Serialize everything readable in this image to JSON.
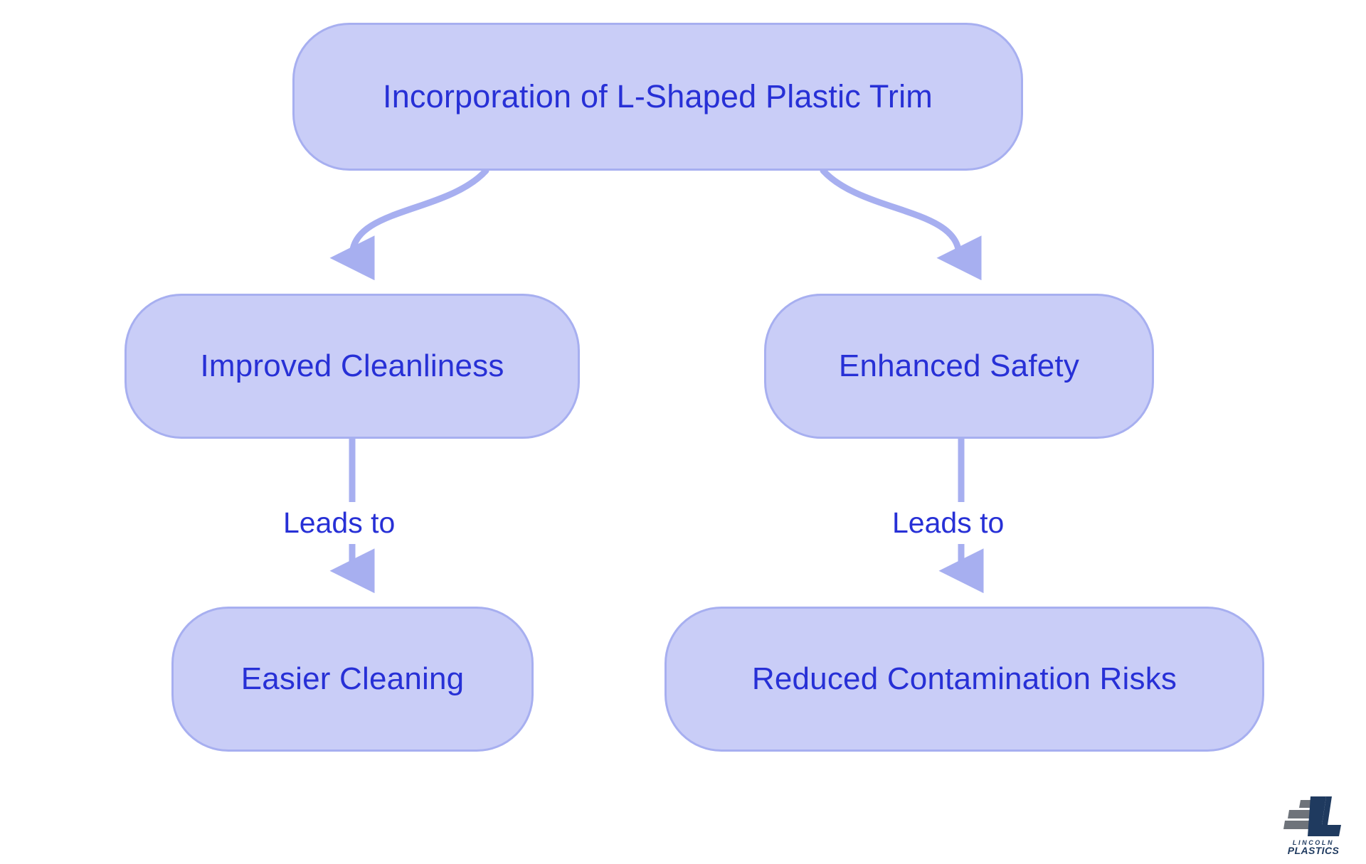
{
  "diagram": {
    "type": "flowchart",
    "direction": "top-down",
    "background_color": "#ffffff",
    "node_fill_color": "#c9cdf7",
    "node_border_color": "#a7aff0",
    "node_text_color": "#2730d6",
    "connector_color": "#a7aff0",
    "nodes": [
      {
        "id": "root",
        "label": "Incorporation of L-Shaped Plastic Trim"
      },
      {
        "id": "cleanliness",
        "label": "Improved Cleanliness"
      },
      {
        "id": "safety",
        "label": "Enhanced Safety"
      },
      {
        "id": "easier_cleaning",
        "label": "Easier Cleaning"
      },
      {
        "id": "reduced_risks",
        "label": "Reduced Contamination Risks"
      }
    ],
    "edges": [
      {
        "from": "root",
        "to": "cleanliness",
        "label": ""
      },
      {
        "from": "root",
        "to": "safety",
        "label": ""
      },
      {
        "from": "cleanliness",
        "to": "easier_cleaning",
        "label": "Leads to"
      },
      {
        "from": "safety",
        "to": "reduced_risks",
        "label": "Leads to"
      }
    ]
  },
  "brand": {
    "name_line1": "LINCOLN",
    "name_line2": "PLASTICS",
    "mark_letter": "L",
    "dark_color": "#1f3a5f",
    "gray_color": "#6e737a"
  }
}
